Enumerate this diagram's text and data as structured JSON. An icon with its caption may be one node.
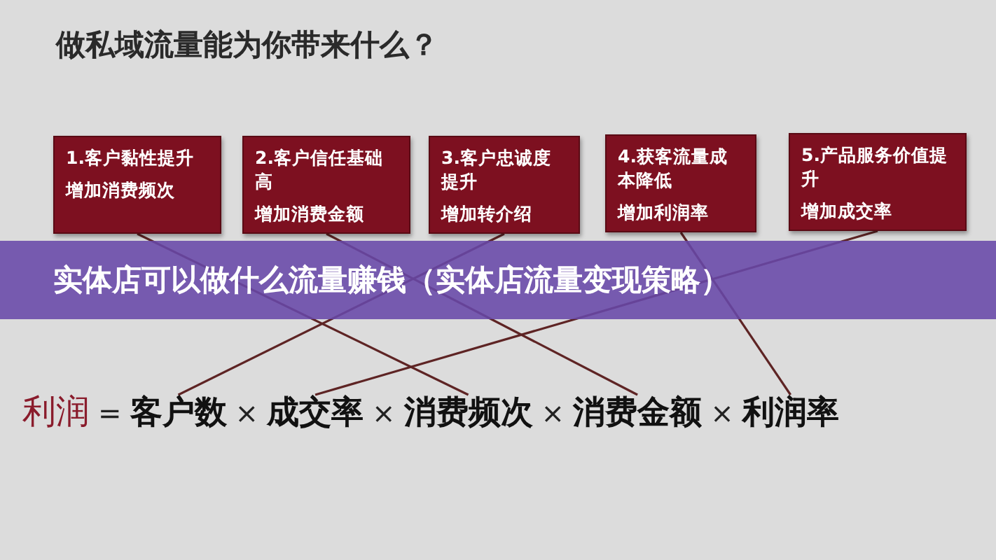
{
  "diagram": {
    "title": "做私域流量能为你带来什么？",
    "caption": "实体店可以做什么流量赚钱（实体店流量变现策略）",
    "nodes": [
      {
        "text": [
          "1.客户黏性提升",
          "增加消费频次"
        ]
      },
      {
        "text": [
          "2.客户信任基础高",
          "增加消费金额"
        ]
      },
      {
        "text": [
          "3.客户忠诚度提升",
          "增加转介绍"
        ]
      },
      {
        "text": [
          "4.获客流量成本降低",
          "增加利润率"
        ]
      },
      {
        "text": [
          "5.产品服务价值提升",
          "增加成交率"
        ]
      },
      {
        "text": [
          "客户数"
        ]
      },
      {
        "text": [
          "成交率"
        ]
      },
      {
        "text": [
          "消费频次"
        ]
      },
      {
        "text": [
          "消费金额"
        ]
      },
      {
        "text": [
          "利润率"
        ]
      }
    ],
    "edges": [
      {
        "from": 0,
        "to": 7,
        "arrow": "none"
      },
      {
        "from": 1,
        "to": 8,
        "arrow": "none"
      },
      {
        "from": 2,
        "to": 5,
        "arrow": "none"
      },
      {
        "from": 3,
        "to": 9,
        "arrow": "none"
      },
      {
        "from": 4,
        "to": 6,
        "arrow": "none"
      }
    ],
    "labels": [
      "利润",
      "=",
      "×",
      "×",
      "×",
      "×"
    ]
  }
}
